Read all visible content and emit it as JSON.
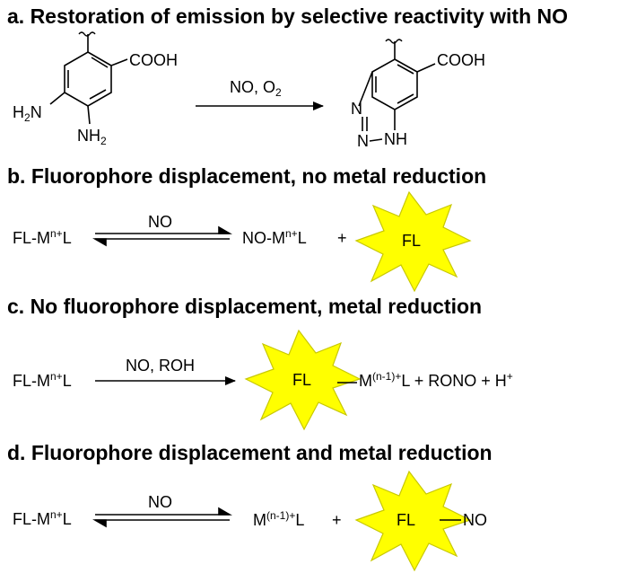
{
  "headings": {
    "a": "a. Restoration of emission by selective reactivity with NO",
    "b": "b. Fluorophore displacement, no metal reduction",
    "c": "c. No fluorophore displacement, metal reduction",
    "d": "d. Fluorophore displacement and metal reduction"
  },
  "panel_a": {
    "reactant_cooh": "COOH",
    "h2n_left": "H",
    "h2n_sub": "2",
    "h2n_right": "N",
    "nh2_left": "NH",
    "nh2_sub": "2",
    "conditions_main": "NO, O",
    "conditions_sub": "2",
    "product_cooh": "COOH",
    "n_top": "N",
    "n_bottom": "N",
    "nh": "NH"
  },
  "panel_b": {
    "reactant_prefix": "FL-M",
    "reactant_sup": "n+",
    "reactant_suffix": "L",
    "arrow_label": "NO",
    "product_prefix": "NO-M",
    "product_sup": "n+",
    "product_suffix": "L",
    "plus": "+",
    "fl": "FL"
  },
  "panel_c": {
    "reactant_prefix": "FL-M",
    "reactant_sup": "n+",
    "reactant_suffix": "L",
    "arrow_label": "NO, ROH",
    "fl": "FL",
    "product_m": "M",
    "product_sup": "(n-1)+",
    "product_rest": "L + RONO + H",
    "product_h_sup": "+"
  },
  "panel_d": {
    "reactant_prefix": "FL-M",
    "reactant_sup": "n+",
    "reactant_suffix": "L",
    "arrow_label": "NO",
    "product_m": "M",
    "product_sup": "(n-1)+",
    "product_suffix": "L",
    "plus": "+",
    "fl": "FL",
    "no": "NO"
  },
  "colors": {
    "burst_fill": "#ffff00",
    "burst_stroke": "#c8c800",
    "line": "#000000"
  }
}
